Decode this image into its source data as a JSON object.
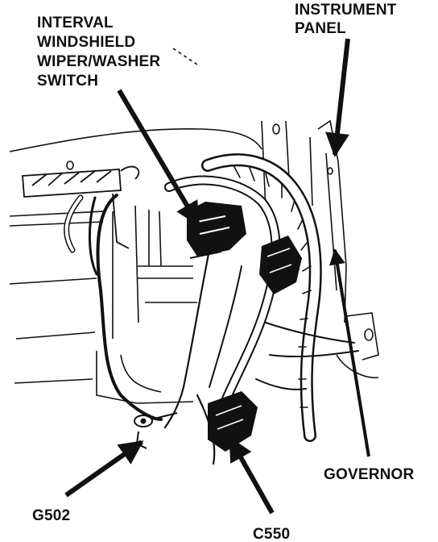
{
  "labels": {
    "interval_switch": [
      "INTERVAL",
      "WINDSHIELD",
      "WIPER/WASHER",
      "SWITCH"
    ],
    "instrument_panel": [
      "INSTRUMENT",
      "PANEL"
    ],
    "governor": "GOVERNOR",
    "g502": "G502",
    "c550": "C550"
  },
  "colors": {
    "ink": "#111111",
    "paper": "#ffffff"
  }
}
